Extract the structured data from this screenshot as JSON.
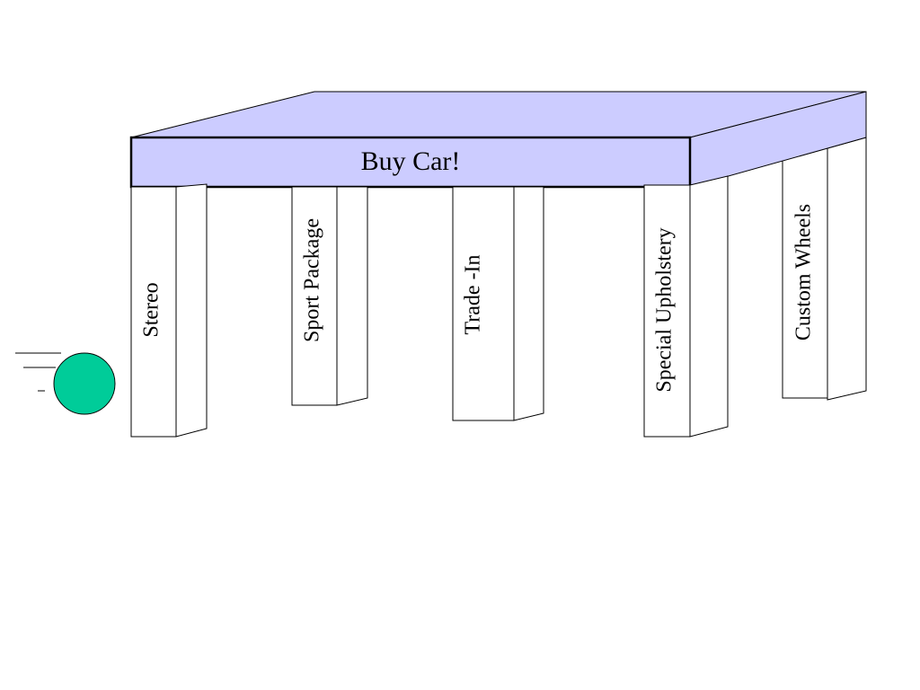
{
  "table": {
    "top_label": "Buy Car!",
    "top_color": "#ccccff",
    "leg_color": "#ffffff",
    "line_color": "#000000"
  },
  "legs": [
    {
      "label": "Stereo"
    },
    {
      "label": "Sport Package"
    },
    {
      "label": "Trade -In"
    },
    {
      "label": "Special Upholstery"
    },
    {
      "label": "Custom Wheels"
    }
  ],
  "ball": {
    "color": "#00cc99",
    "motion_lines": 3
  }
}
